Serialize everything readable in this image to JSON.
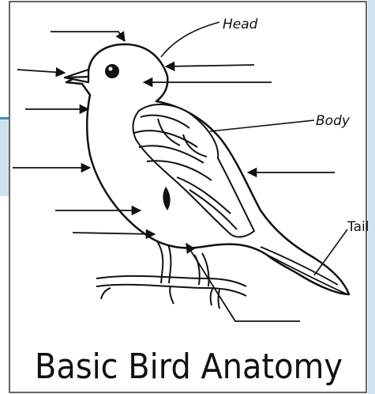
{
  "labels": {
    "head": "Head",
    "body": "Body",
    "tail": "Tail"
  },
  "title": "Basic Bird Anatomy",
  "colors": {
    "ink": "#111111",
    "page_bg": "#ffffff",
    "frame_blue": "#cfe3ee",
    "accent_blue": "#3a8fc0"
  }
}
